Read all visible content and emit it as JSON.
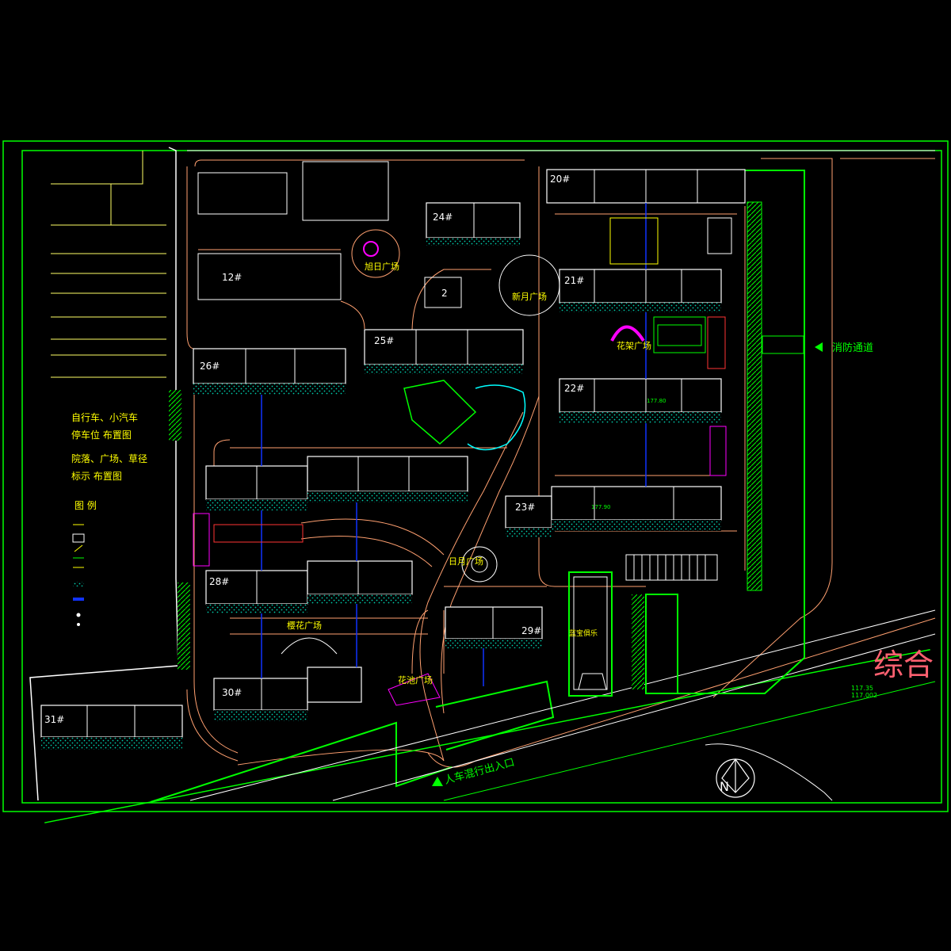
{
  "title": "综合",
  "labels": {
    "fire_lane": "消防通道",
    "pedestrian_entrance": "人车混行出入口",
    "clubhouse": "蓝宝俱乐",
    "north": "N"
  },
  "elevations": [
    "117.35",
    "117.002"
  ],
  "plazas": [
    "旭日广场",
    "新月广场",
    "花架广场",
    "日月广场",
    "樱花广场",
    "花池广场"
  ],
  "buildings": [
    "20#",
    "24#",
    "12#",
    "2",
    "21#",
    "25#",
    "26#",
    "22#",
    "23#",
    "28#",
    "29#",
    "30#",
    "31#"
  ],
  "spot_heights": [
    "177.90",
    "177.80"
  ],
  "side_notes": {
    "line1": "自行车、小汽车",
    "line2": "停车位  布置图",
    "line3": "院落、广场、草径",
    "line4": "标示    布置图"
  },
  "legend": {
    "title": "图  例"
  },
  "colors": {
    "frame": "#00ff00",
    "roads": "#ffb07a",
    "buildings": "#ffffff",
    "water_lines": "#0033ff",
    "hatch": "#00ffcc",
    "labels": "#ffff00",
    "title": "#ff6070",
    "accent": "#ff00ff"
  }
}
